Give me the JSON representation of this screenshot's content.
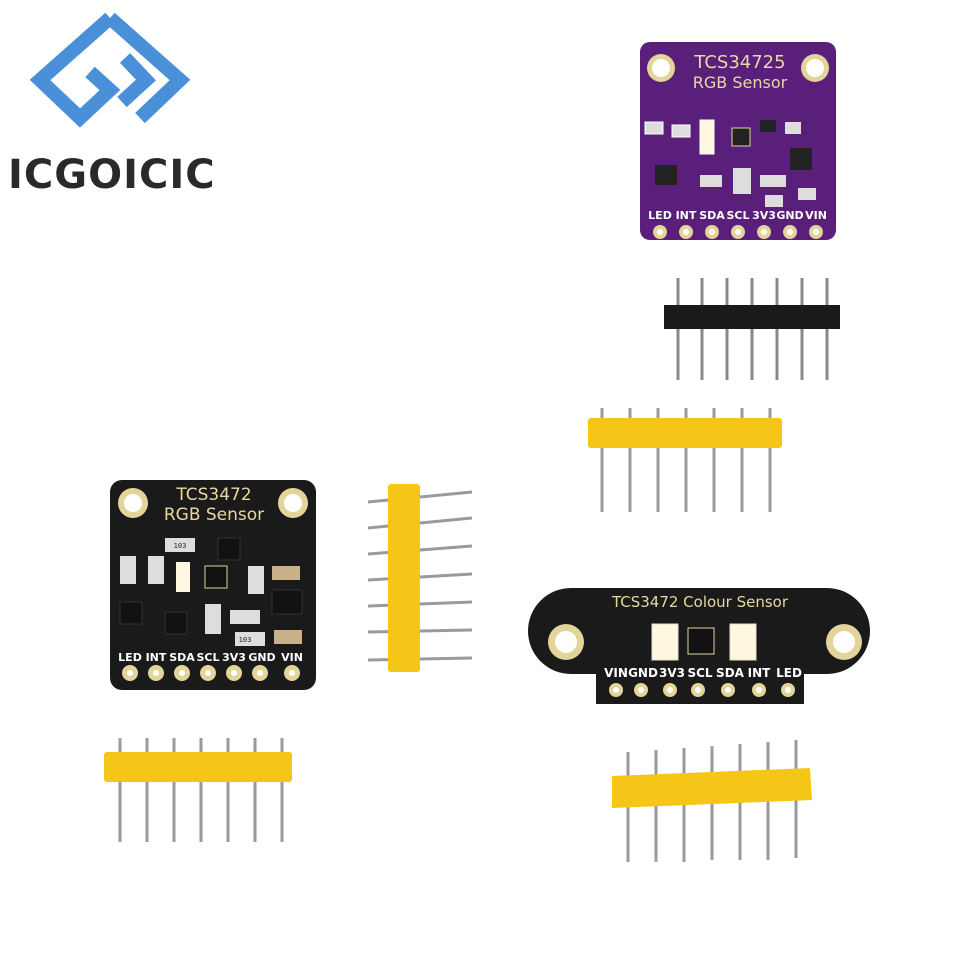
{
  "brand": {
    "name": "ICGOICIC",
    "logo_color": "#4a90d9"
  },
  "boards": {
    "purple": {
      "line1": "TCS34725",
      "line2": "RGB Sensor",
      "pins": [
        "LED",
        "INT",
        "SDA",
        "SCL",
        "3V3",
        "GND",
        "VIN"
      ],
      "color": "#5a1f7a"
    },
    "square": {
      "line1": "TCS3472",
      "line2": "RGB Sensor",
      "pins": [
        "LED",
        "INT",
        "SDA",
        "SCL",
        "3V3",
        "GND",
        "VIN"
      ],
      "color": "#1a1a1a"
    },
    "wide": {
      "title": "TCS3472 Colour Sensor",
      "pins": [
        "VIN",
        "GND",
        "3V3",
        "SCL",
        "SDA",
        "INT",
        "LED"
      ],
      "color": "#1a1a1a"
    }
  },
  "components": {
    "r1": "103",
    "r2": "103"
  },
  "colors": {
    "header_yellow": "#f5c518",
    "pin_metal": "#9a9a9a",
    "pad_gold": "#e3d49a"
  }
}
